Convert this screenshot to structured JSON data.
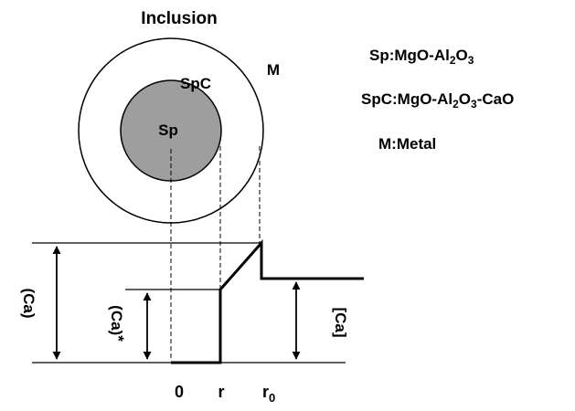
{
  "title": "Inclusion",
  "labels": {
    "core": "Sp",
    "shell": "SpC",
    "metal": "M"
  },
  "legend": {
    "sp": {
      "prefix": "Sp:MgO-Al",
      "sub1": "2",
      "mid": "O",
      "sub2": "3",
      "suffix": ""
    },
    "spc": {
      "prefix": "SpC:MgO-Al",
      "sub1": "2",
      "mid": "O",
      "sub2": "3",
      "suffix": "-CaO"
    },
    "m": "M:Metal"
  },
  "profile": {
    "left_label": "(Ca)",
    "inner_label": "(Ca)",
    "inner_label_star": "*",
    "right_label": "[Ca]"
  },
  "axis": {
    "zero": "0",
    "r": "r",
    "r0_main": "r",
    "r0_sub": "0"
  },
  "colors": {
    "core_fill": "#9e9e9e",
    "line": "#000000",
    "background": "#ffffff"
  }
}
